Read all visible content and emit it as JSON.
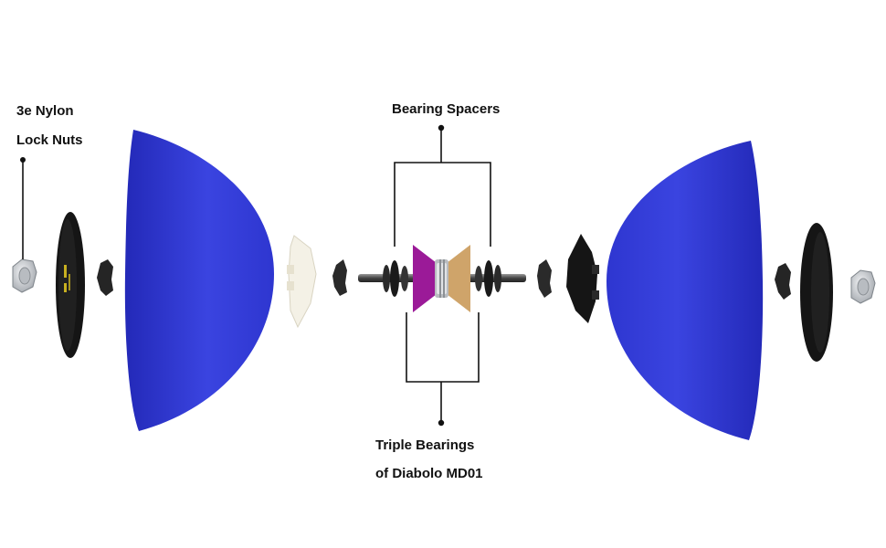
{
  "labels": {
    "lock_nuts_line1": "3e Nylon",
    "lock_nuts_line2": "Lock Nuts",
    "bearing_spacers": "Bearing Spacers",
    "triple_bearings_line1": "Triple Bearings",
    "triple_bearings_line2": "of Diabolo MD01"
  },
  "colors": {
    "cup": "#2f35d6",
    "cup_light": "#4a56ea",
    "cup_dark": "#1f24a8",
    "spacer_left": "#9b1a98",
    "spacer_right": "#cfa46a",
    "white_hub": "#f4f1e6",
    "black_part": "#151515",
    "disc_yellow": "#c8b020",
    "nut": "#c9ccd0",
    "line": "#111111"
  }
}
